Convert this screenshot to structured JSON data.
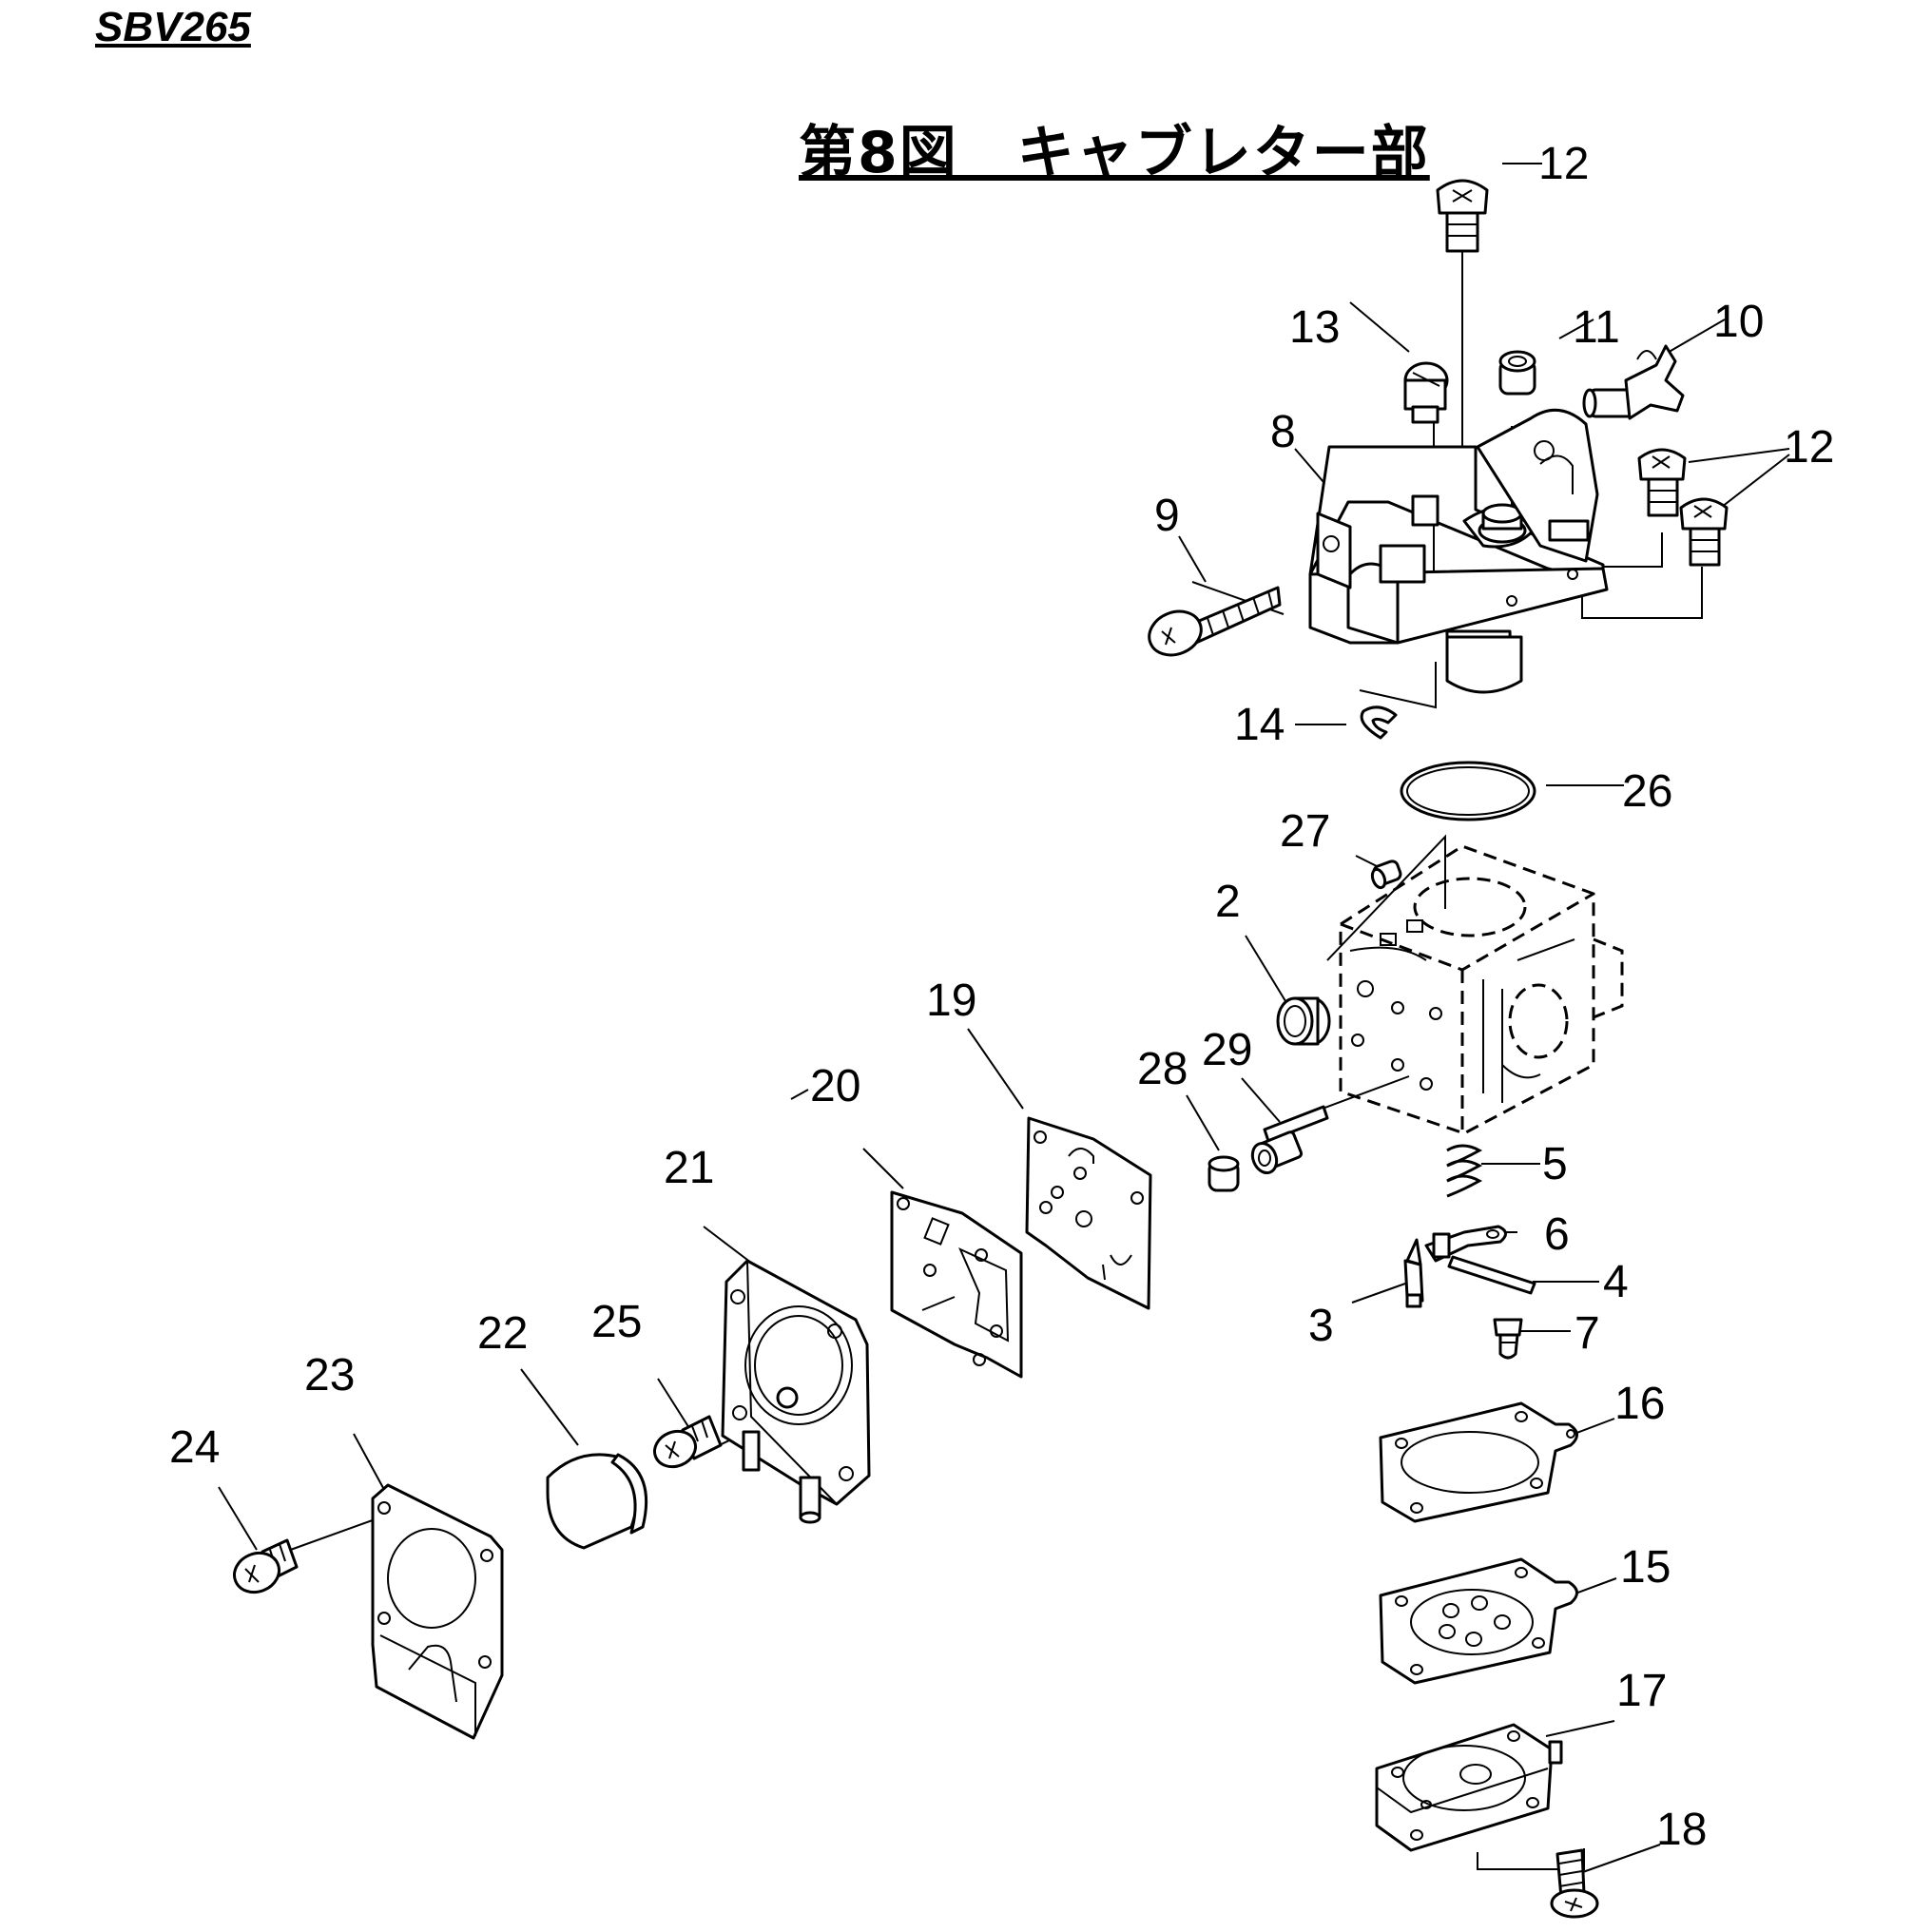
{
  "header": {
    "model": "SBV265",
    "title": "第8図　キャブレター部"
  },
  "callouts": {
    "c12a": "12",
    "c13": "13",
    "c11": "11",
    "c10": "10",
    "c8": "8",
    "c12b": "12",
    "c9": "9",
    "c14": "14",
    "c26": "26",
    "c27": "27",
    "c2": "2",
    "c19": "19",
    "c29": "29",
    "c28": "28",
    "c20": "20",
    "c5": "5",
    "c21": "21",
    "c6": "6",
    "c4": "4",
    "c3": "3",
    "c7": "7",
    "c22": "22",
    "c25": "25",
    "c23": "23",
    "c16": "16",
    "c24": "24",
    "c15": "15",
    "c17": "17",
    "c18": "18"
  }
}
